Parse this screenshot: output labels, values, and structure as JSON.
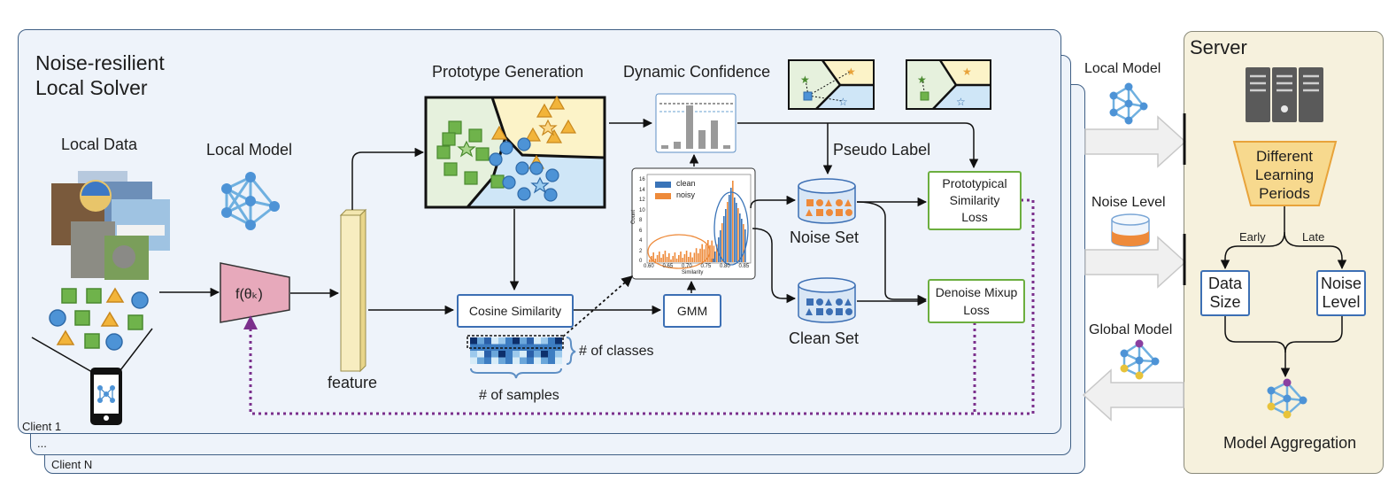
{
  "client_panel": {
    "title_line1": "Noise-resilient",
    "title_line2": "Local Solver",
    "client_labels": [
      "Client 1",
      "...",
      "Client N"
    ]
  },
  "local_data": {
    "label": "Local Data"
  },
  "local_model": {
    "label": "Local Model"
  },
  "encoder": {
    "label": "f(θₖ)"
  },
  "feature": {
    "label": "feature"
  },
  "prototype": {
    "label": "Prototype Generation"
  },
  "dynamic_confidence": {
    "label": "Dynamic Confidence"
  },
  "pseudo_label": {
    "label": "Pseudo Label"
  },
  "cosine": {
    "label": "Cosine Similarity"
  },
  "gmm": {
    "label": "GMM"
  },
  "similarity_matrix": {
    "classes_label": "# of classes",
    "samples_label": "# of samples"
  },
  "histogram": {
    "legend": [
      "clean",
      "noisy"
    ],
    "xlabel": "Similarity",
    "ylabel": "Count",
    "xticks": [
      "0.60",
      "0.65",
      "0.70",
      "0.75",
      "0.80",
      "0.85"
    ],
    "yticks": [
      "0",
      "2",
      "4",
      "6",
      "8",
      "10",
      "12",
      "14",
      "16"
    ],
    "colors": {
      "clean": "#3a74b8",
      "noisy": "#ee8a3a"
    }
  },
  "sets": {
    "noise_label": "Noise Set",
    "clean_label": "Clean Set"
  },
  "losses": {
    "proto_lines": [
      "Prototypical",
      "Similarity",
      "Loss"
    ],
    "mixup_lines": [
      "Denoise Mixup",
      "Loss"
    ]
  },
  "transfer": {
    "local_model": "Local Model",
    "noise_level": "Noise Level",
    "global_model": "Global Model"
  },
  "server": {
    "title": "Server",
    "periods_lines": [
      "Different",
      "Learning",
      "Periods"
    ],
    "early": "Early",
    "late": "Late",
    "data_size_lines": [
      "Data",
      "Size"
    ],
    "noise_level_lines": [
      "Noise",
      "Level"
    ],
    "aggregation": "Model Aggregation"
  },
  "colors": {
    "panel_border": "#3f5f85",
    "panel_fill": "#eef3fa",
    "blue_box": "#3c6fb4",
    "green_box": "#6cae3f",
    "purple": "#7b2f8c",
    "server_fill": "#f6f1dd",
    "orange": "#e8a33a"
  }
}
